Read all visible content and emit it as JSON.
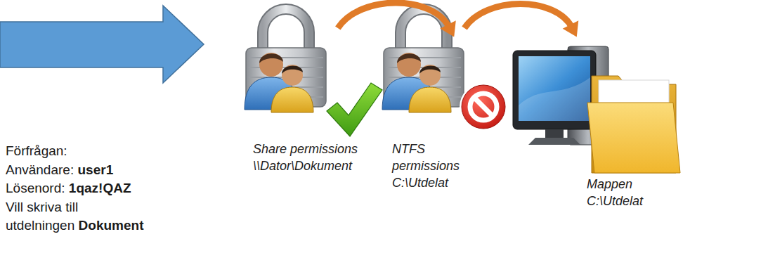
{
  "diagram": {
    "nodes": [
      {
        "text": [
          "Share permissions \\\\Dator\\Dokument"
        ]
      },
      {
        "text": [
          "NTFS permissions C:\\Utdelat"
        ]
      },
      {
        "text": [
          "Mappen C:\\Utdelat"
        ]
      }
    ],
    "edges": [
      {
        "from": 0,
        "to": 1,
        "arrow": "to"
      },
      {
        "from": 1,
        "to": 2,
        "arrow": "to"
      }
    ],
    "labels": [
      "Förfrågan:",
      "Användare:",
      "user1",
      "Lösenord:",
      "1qaz!QAZ",
      "Vill skriva till",
      "utdelningen",
      "Dokument"
    ]
  }
}
